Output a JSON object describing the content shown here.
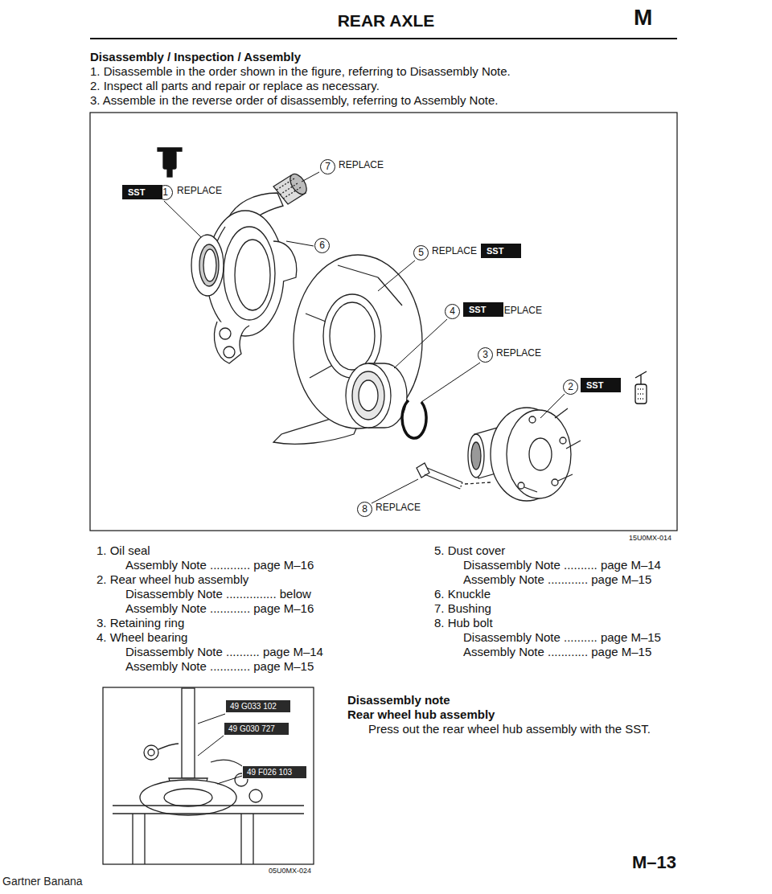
{
  "diagram": {
    "title": "REAR AXLE",
    "nodes": [
      {
        "text": [
          "SST"
        ]
      },
      {
        "text": [
          "SST"
        ]
      },
      {
        "text": [
          "SST"
        ]
      },
      {
        "text": [
          "SST"
        ]
      },
      {
        "text": [
          "49 G033 102"
        ]
      },
      {
        "text": [
          "49 G030 727"
        ]
      },
      {
        "text": [
          "49 F026 103"
        ]
      }
    ],
    "labels": [
      "M",
      "Disassembly / Inspection / Assembly",
      "1. Disassemble in the order shown in the figure, referring to Disassembly Note.",
      "2. Inspect all parts and repair or replace as necessary.",
      "3. Assemble in the reverse order of disassembly, referring to Assembly Note.",
      "1",
      "REPLACE",
      "7",
      "REPLACE",
      "6",
      "5",
      "REPLACE",
      "4",
      "REPLACE",
      "3",
      "REPLACE",
      "2",
      "8",
      "REPLACE",
      "15U0MX-014",
      "1. Oil seal",
      "Assembly Note ............ page M–16",
      "2. Rear wheel hub assembly",
      "Disassembly Note ............... below",
      "Assembly Note ............ page M–16",
      "3. Retaining ring",
      "4. Wheel bearing",
      "Disassembly Note .......... page M–14",
      "Assembly Note ............ page M–15",
      "5. Dust cover",
      "Disassembly Note .......... page M–14",
      "Assembly Note ............ page M–15",
      "6. Knuckle",
      "7. Bushing",
      "8. Hub bolt",
      "Disassembly Note .......... page M–15",
      "Assembly Note ............ page M–15",
      "Disassembly note",
      "Rear wheel hub assembly",
      "Press out the rear wheel hub assembly with the SST.",
      "05U0MX-024",
      "M–13",
      "Gartner Banana"
    ]
  }
}
